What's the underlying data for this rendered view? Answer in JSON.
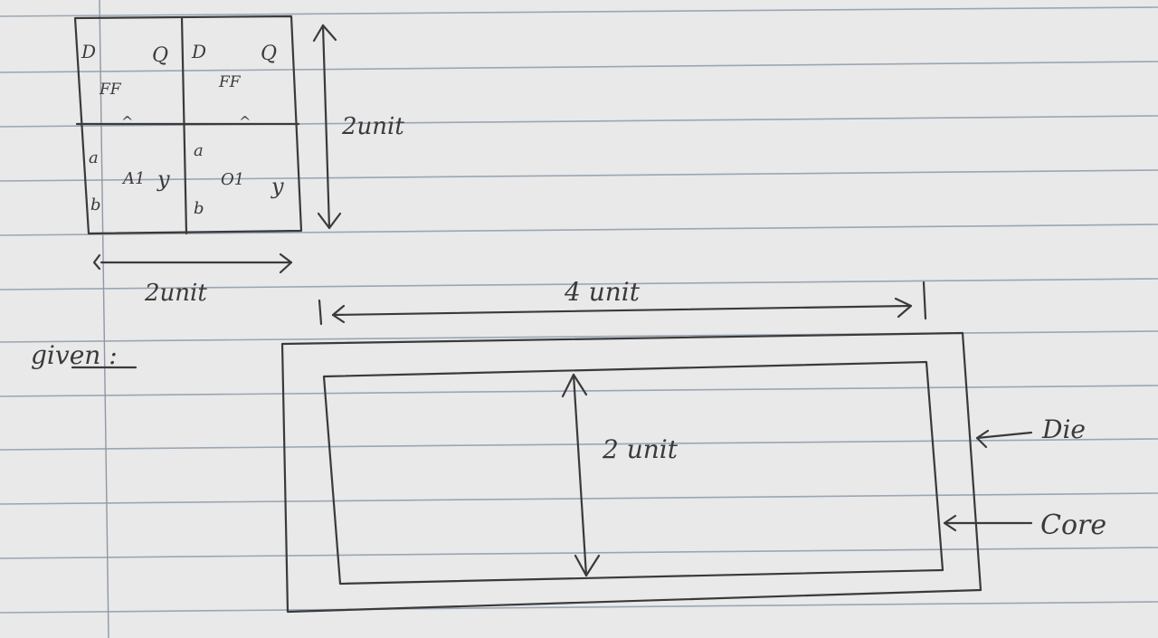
{
  "notebook": {
    "paper_color": "#e9e9e9",
    "ink_color": "#3a3a3a",
    "rule_color": "#9aa6b4"
  },
  "cells": {
    "ff_left": {
      "d": "D",
      "q": "Q",
      "name": "FF",
      "clock": "^"
    },
    "ff_right": {
      "d": "D",
      "q": "Q",
      "name": "FF",
      "clock": "^"
    },
    "gate_left": {
      "a": "a",
      "b": "b",
      "name": "A1",
      "y": "y"
    },
    "gate_right": {
      "a": "a",
      "b": "b",
      "name": "O1",
      "y": "y"
    }
  },
  "dimensions": {
    "cell_height": "2unit",
    "cell_width": "2unit",
    "core_width": "4 unit",
    "core_height": "2 unit"
  },
  "labels": {
    "given": "given :",
    "die": "Die",
    "core": "Core"
  }
}
